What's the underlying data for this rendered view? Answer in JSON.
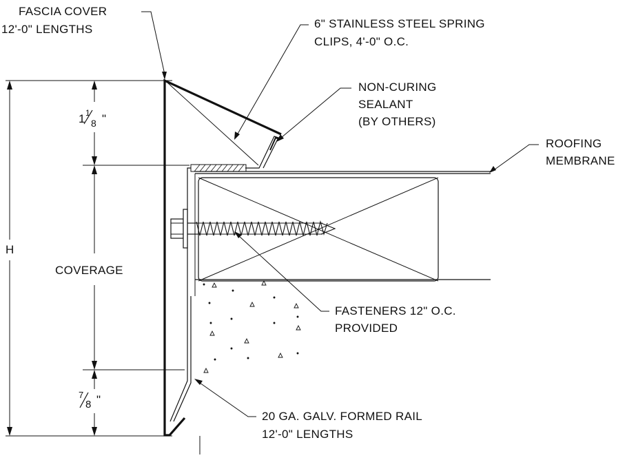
{
  "labels": {
    "fascia_cover": [
      "FASCIA COVER",
      "12'-0\" LENGTHS"
    ],
    "spring_clips": [
      "6\" STAINLESS STEEL SPRING",
      "CLIPS, 4'-0\" O.C."
    ],
    "sealant": [
      "NON-CURING",
      "SEALANT",
      "(BY OTHERS)"
    ],
    "roofing_membrane": [
      "ROOFING",
      "MEMBRANE"
    ],
    "fasteners": [
      "FASTENERS 12\" O.C.",
      "PROVIDED"
    ],
    "formed_rail": [
      "20 GA. GALV. FORMED RAIL",
      "12'-0\" LENGTHS"
    ]
  },
  "dimensions": {
    "overall": "H",
    "top_whole": "1",
    "top_fraction_num": "1",
    "top_fraction_den": "8",
    "middle": "COVERAGE",
    "bottom_fraction_num": "7",
    "bottom_fraction_den": "8",
    "inch_mark": "\""
  }
}
